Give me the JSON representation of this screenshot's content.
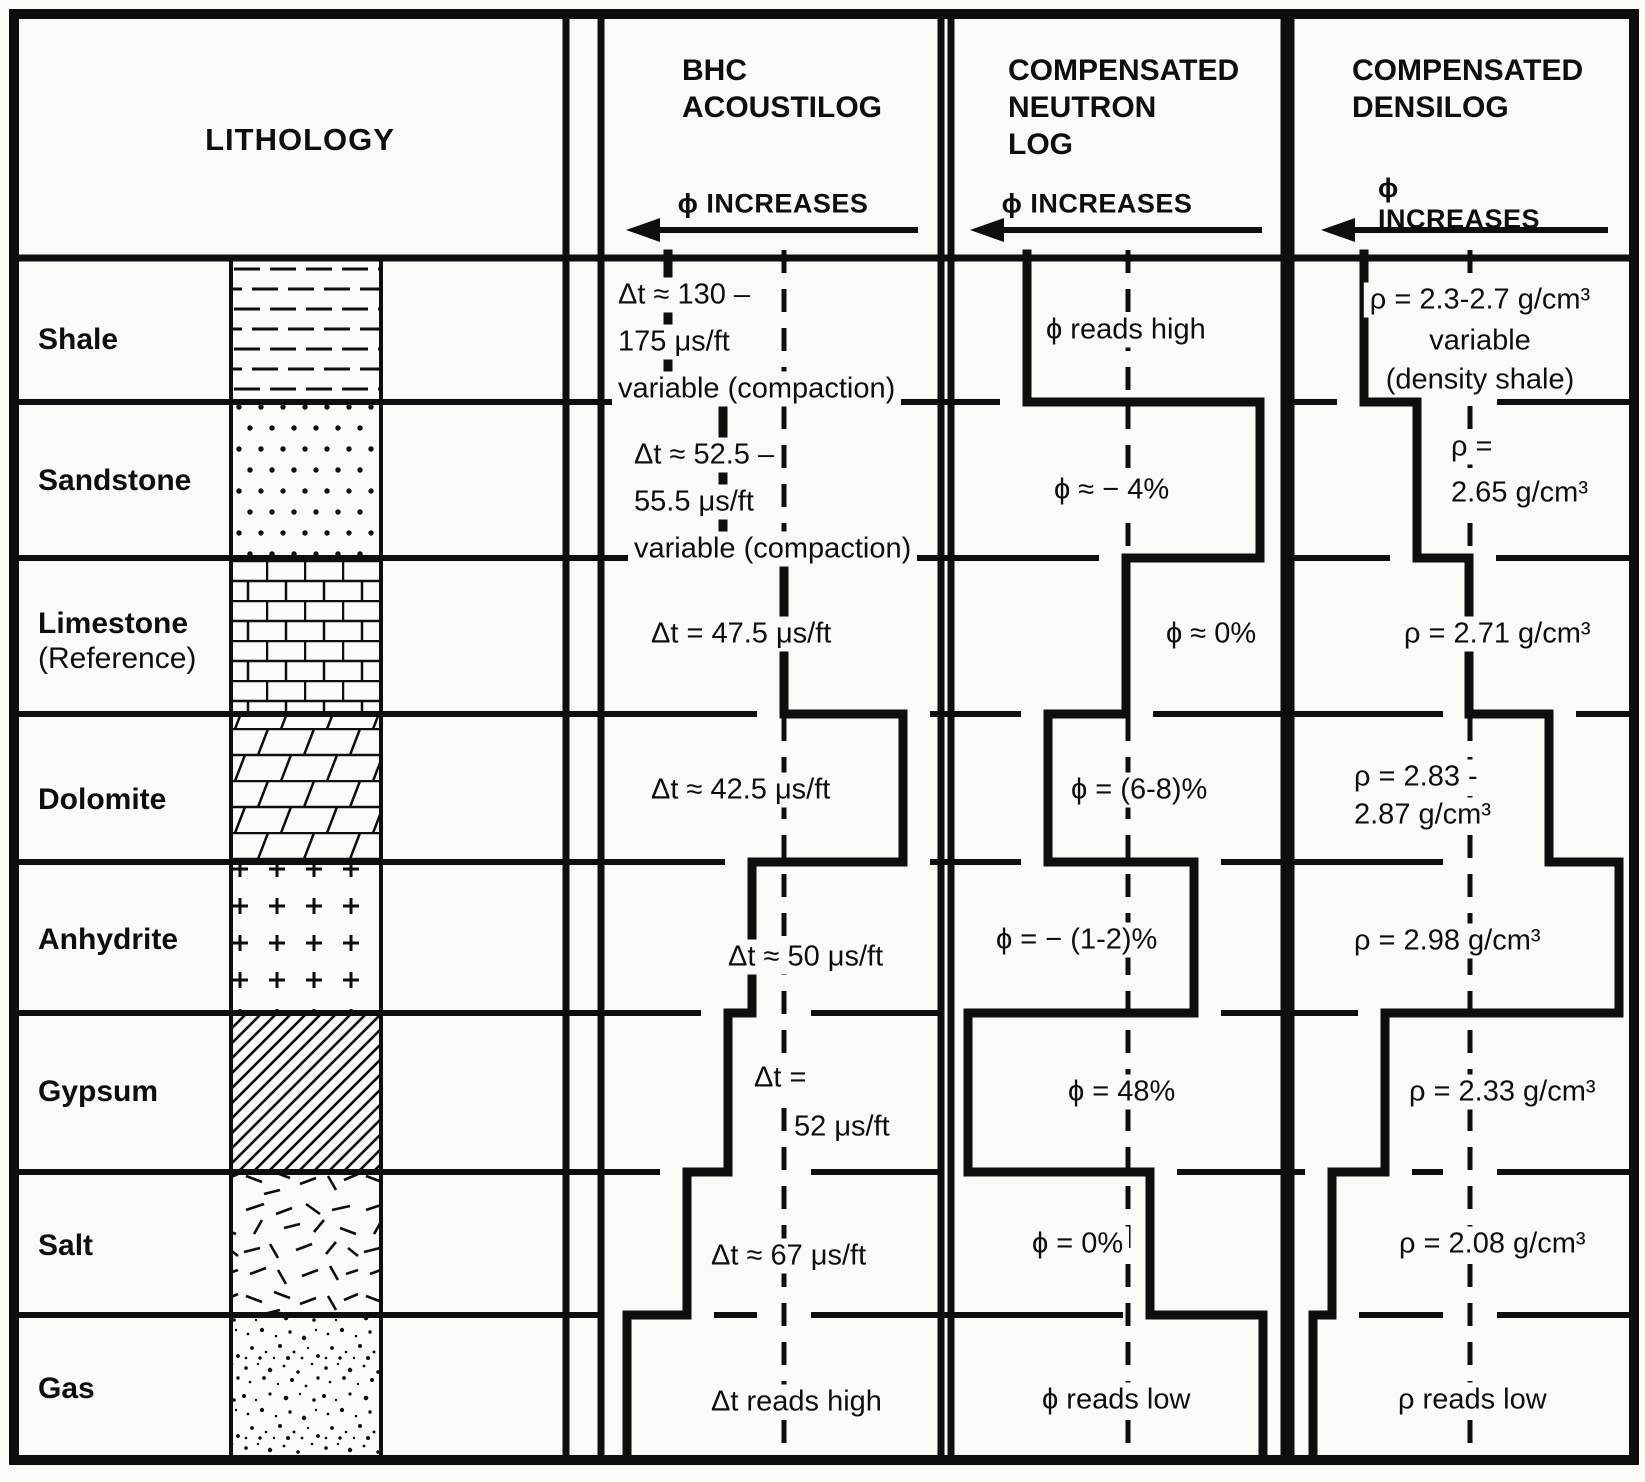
{
  "figure": {
    "lithology_header": "LITHOLOGY",
    "phi_increases": "ϕ INCREASES",
    "log_columns": [
      {
        "id": "bhc",
        "title_lines": [
          "BHC",
          "ACOUSTILOG"
        ]
      },
      {
        "id": "neutron",
        "title_lines": [
          "COMPENSATED",
          "NEUTRON",
          "LOG"
        ]
      },
      {
        "id": "densilog",
        "title_lines": [
          "COMPENSATED",
          "DENSILOG"
        ]
      }
    ]
  },
  "rows": [
    {
      "name_lines": [
        "Shale"
      ],
      "pattern": "shale-dashes",
      "bhc_lines": [
        "Δt ≈ 130 –",
        "175 μs/ft",
        "variable (compaction)"
      ],
      "neutron_lines": [
        "ϕ reads high"
      ],
      "densilog_lines": [
        "ρ = 2.3-2.7 g/cm³",
        "variable",
        "(density shale)"
      ]
    },
    {
      "name_lines": [
        "Sandstone"
      ],
      "pattern": "sandstone-dots",
      "bhc_lines": [
        "Δt ≈ 52.5 –",
        "55.5 μs/ft",
        "variable (compaction)"
      ],
      "neutron_lines": [
        "ϕ ≈ − 4%"
      ],
      "densilog_lines": [
        "ρ =",
        "2.65 g/cm³"
      ]
    },
    {
      "name_lines": [
        "Limestone",
        "(Reference)"
      ],
      "pattern": "limestone-brick",
      "bhc_lines": [
        "Δt = 47.5 μs/ft"
      ],
      "neutron_lines": [
        "ϕ ≈ 0%"
      ],
      "densilog_lines": [
        "ρ = 2.71 g/cm³"
      ]
    },
    {
      "name_lines": [
        "Dolomite"
      ],
      "pattern": "dolomite-slanted-brick",
      "bhc_lines": [
        "Δt ≈ 42.5 μs/ft"
      ],
      "neutron_lines": [
        "ϕ = (6-8)%"
      ],
      "densilog_lines": [
        "ρ = 2.83 -",
        "2.87 g/cm³"
      ]
    },
    {
      "name_lines": [
        "Anhydrite"
      ],
      "pattern": "anhydrite-plus",
      "bhc_lines": [
        "Δt ≈ 50 μs/ft"
      ],
      "neutron_lines": [
        "ϕ = − (1-2)%"
      ],
      "densilog_lines": [
        "ρ = 2.98 g/cm³"
      ]
    },
    {
      "name_lines": [
        "Gypsum"
      ],
      "pattern": "gypsum-diagonal-hatch",
      "bhc_lines": [
        "Δt =",
        "52 μs/ft"
      ],
      "neutron_lines": [
        "ϕ = 48%"
      ],
      "densilog_lines": [
        "ρ = 2.33 g/cm³"
      ]
    },
    {
      "name_lines": [
        "Salt"
      ],
      "pattern": "salt-random-dashes",
      "bhc_lines": [
        "Δt ≈ 67 μs/ft"
      ],
      "neutron_lines": [
        "ϕ = 0%"
      ],
      "densilog_lines": [
        "ρ = 2.08 g/cm³"
      ]
    },
    {
      "name_lines": [
        "Gas"
      ],
      "pattern": "gas-stipple",
      "bhc_lines": [
        "Δt reads high"
      ],
      "neutron_lines": [
        "ϕ reads low"
      ],
      "densilog_lines": [
        "ρ reads low"
      ]
    }
  ],
  "chart_data": {
    "type": "table",
    "columns": [
      "Lithology",
      "BHC Acoustilog",
      "Compensated Neutron Log",
      "Compensated Densilog"
    ],
    "rows": [
      [
        "Shale",
        "Δt ≈ 130–175 μs/ft variable (compaction)",
        "ϕ reads high",
        "ρ = 2.3-2.7 g/cm³ variable (density shale)"
      ],
      [
        "Sandstone",
        "Δt ≈ 52.5–55.5 μs/ft variable (compaction)",
        "ϕ ≈ −4%",
        "ρ = 2.65 g/cm³"
      ],
      [
        "Limestone (Reference)",
        "Δt = 47.5 μs/ft",
        "ϕ ≈ 0%",
        "ρ = 2.71 g/cm³"
      ],
      [
        "Dolomite",
        "Δt ≈ 42.5 μs/ft",
        "ϕ = (6-8)%",
        "ρ = 2.83-2.87 g/cm³"
      ],
      [
        "Anhydrite",
        "Δt ≈ 50 μs/ft",
        "ϕ = −(1-2)%",
        "ρ = 2.98 g/cm³"
      ],
      [
        "Gypsum",
        "Δt = 52 μs/ft",
        "ϕ = 48%",
        "ρ = 2.33 g/cm³"
      ],
      [
        "Salt",
        "Δt ≈ 67 μs/ft",
        "ϕ = 0%",
        "ρ = 2.08 g/cm³"
      ],
      [
        "Gas",
        "Δt reads high",
        "ϕ reads low",
        "ρ reads low"
      ]
    ]
  }
}
